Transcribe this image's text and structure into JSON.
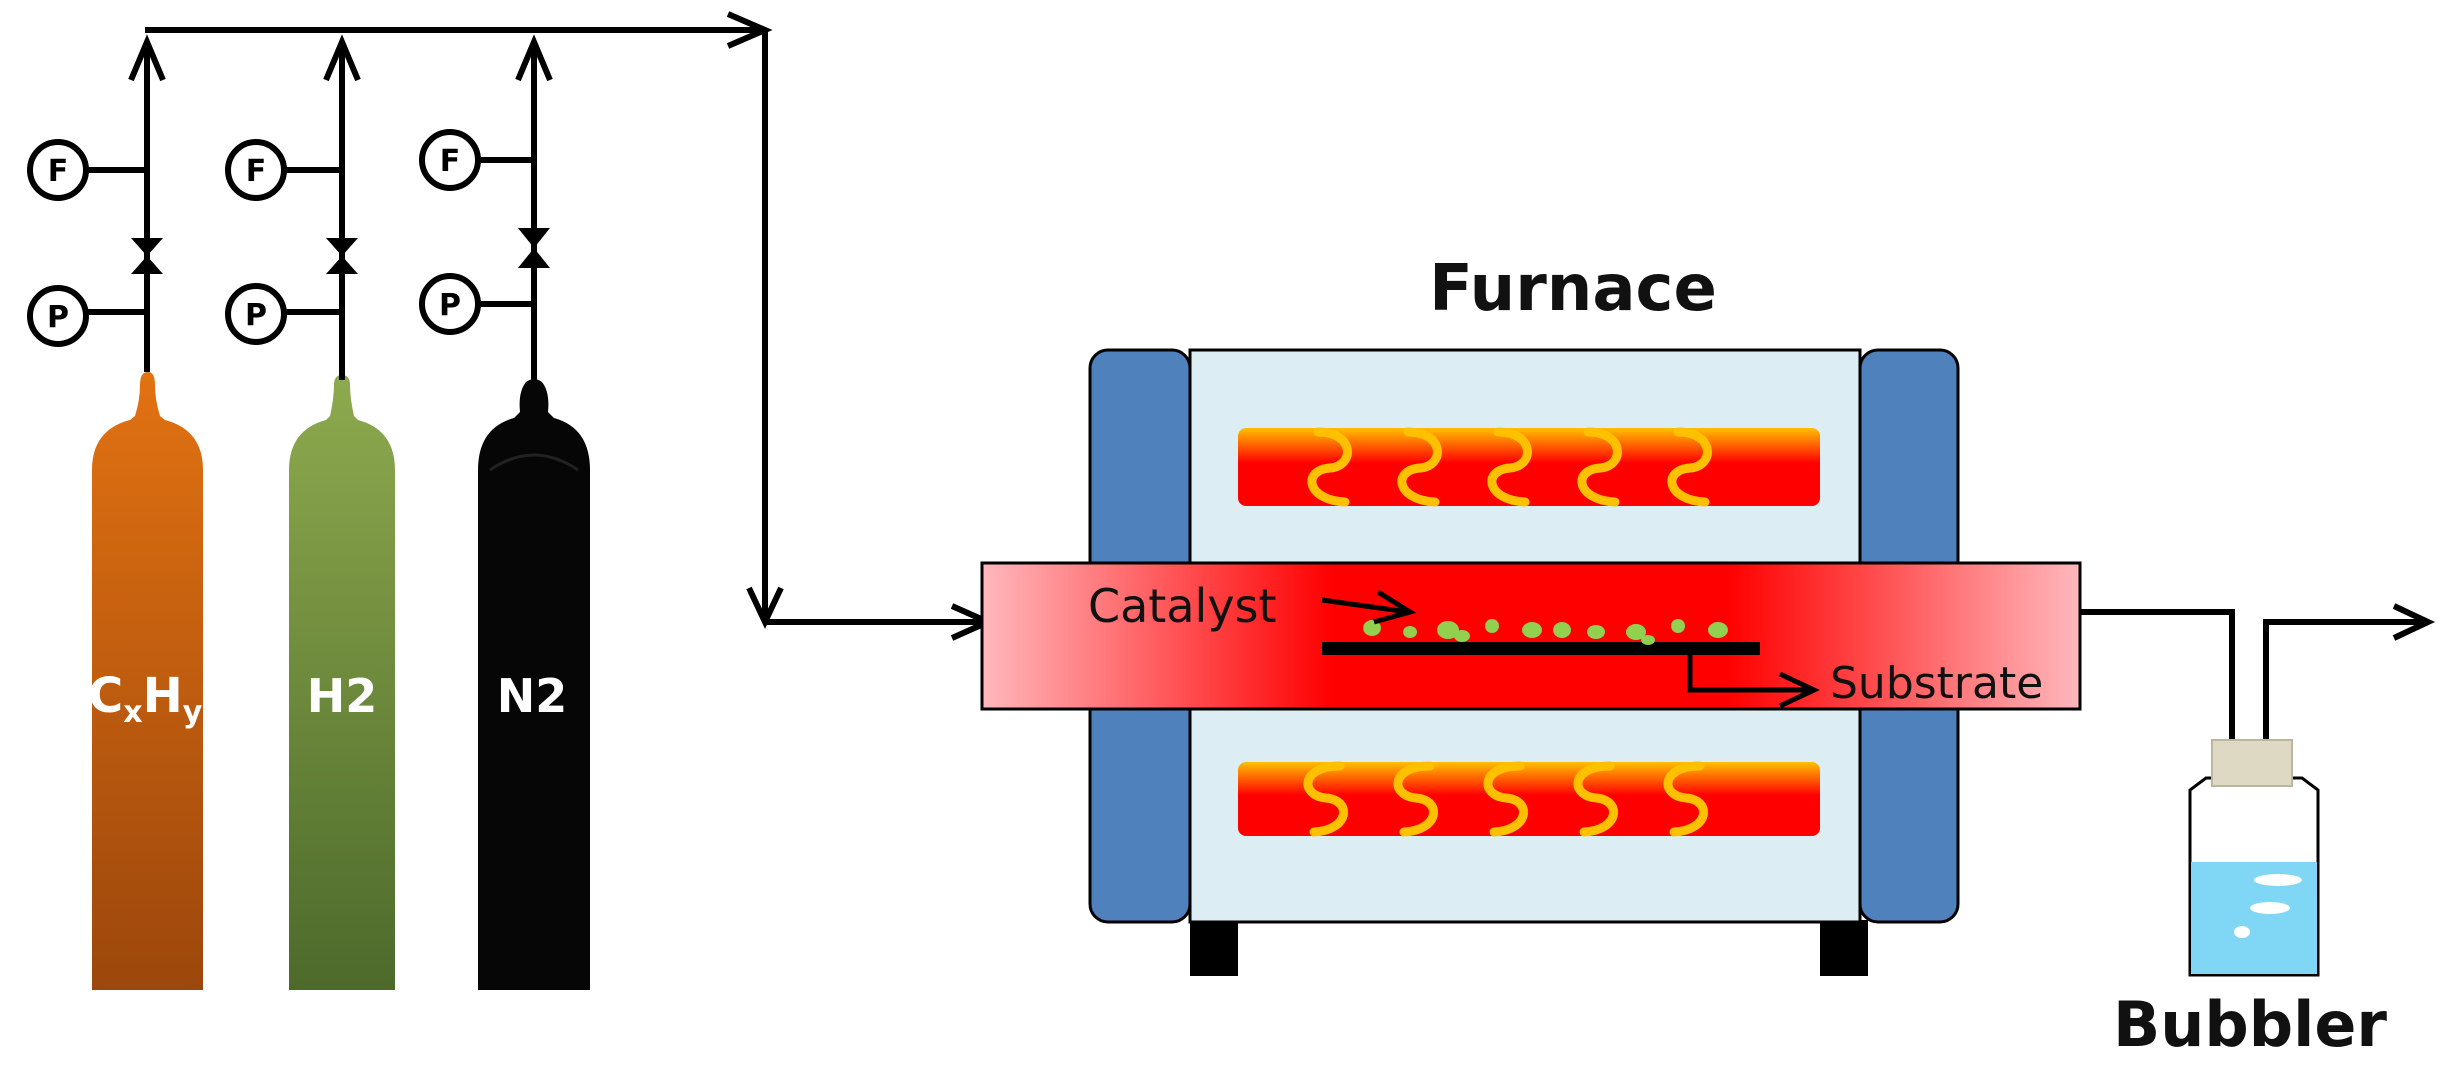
{
  "colors": {
    "cxhy_top": "#e27212",
    "cxhy_bottom": "#9c470c",
    "h2_top": "#8eaa4e",
    "h2_bottom": "#4d6a2b",
    "n2": "#060606",
    "furnace_chamber": "#ddedf4",
    "furnace_side": "#4f81bd",
    "heater_red": "#ff0000",
    "heater_yellow": "#ffc000",
    "tube_pink": "#ffb8bd",
    "catalyst": "#92d050",
    "water": "#7fd6f5",
    "cap": "#ddd9c3"
  },
  "gauges": {
    "flow": "F",
    "pressure": "P"
  },
  "cylinders": [
    {
      "formula_main": "C",
      "sub1": "x",
      "formula_mid": "H",
      "sub2": "y"
    },
    {
      "formula": "H2"
    },
    {
      "formula": "N2"
    }
  ],
  "furnace": {
    "title": "Furnace"
  },
  "labels": {
    "catalyst": "Catalyst",
    "substrate": "Substrate",
    "bubbler": "Bubbler"
  }
}
